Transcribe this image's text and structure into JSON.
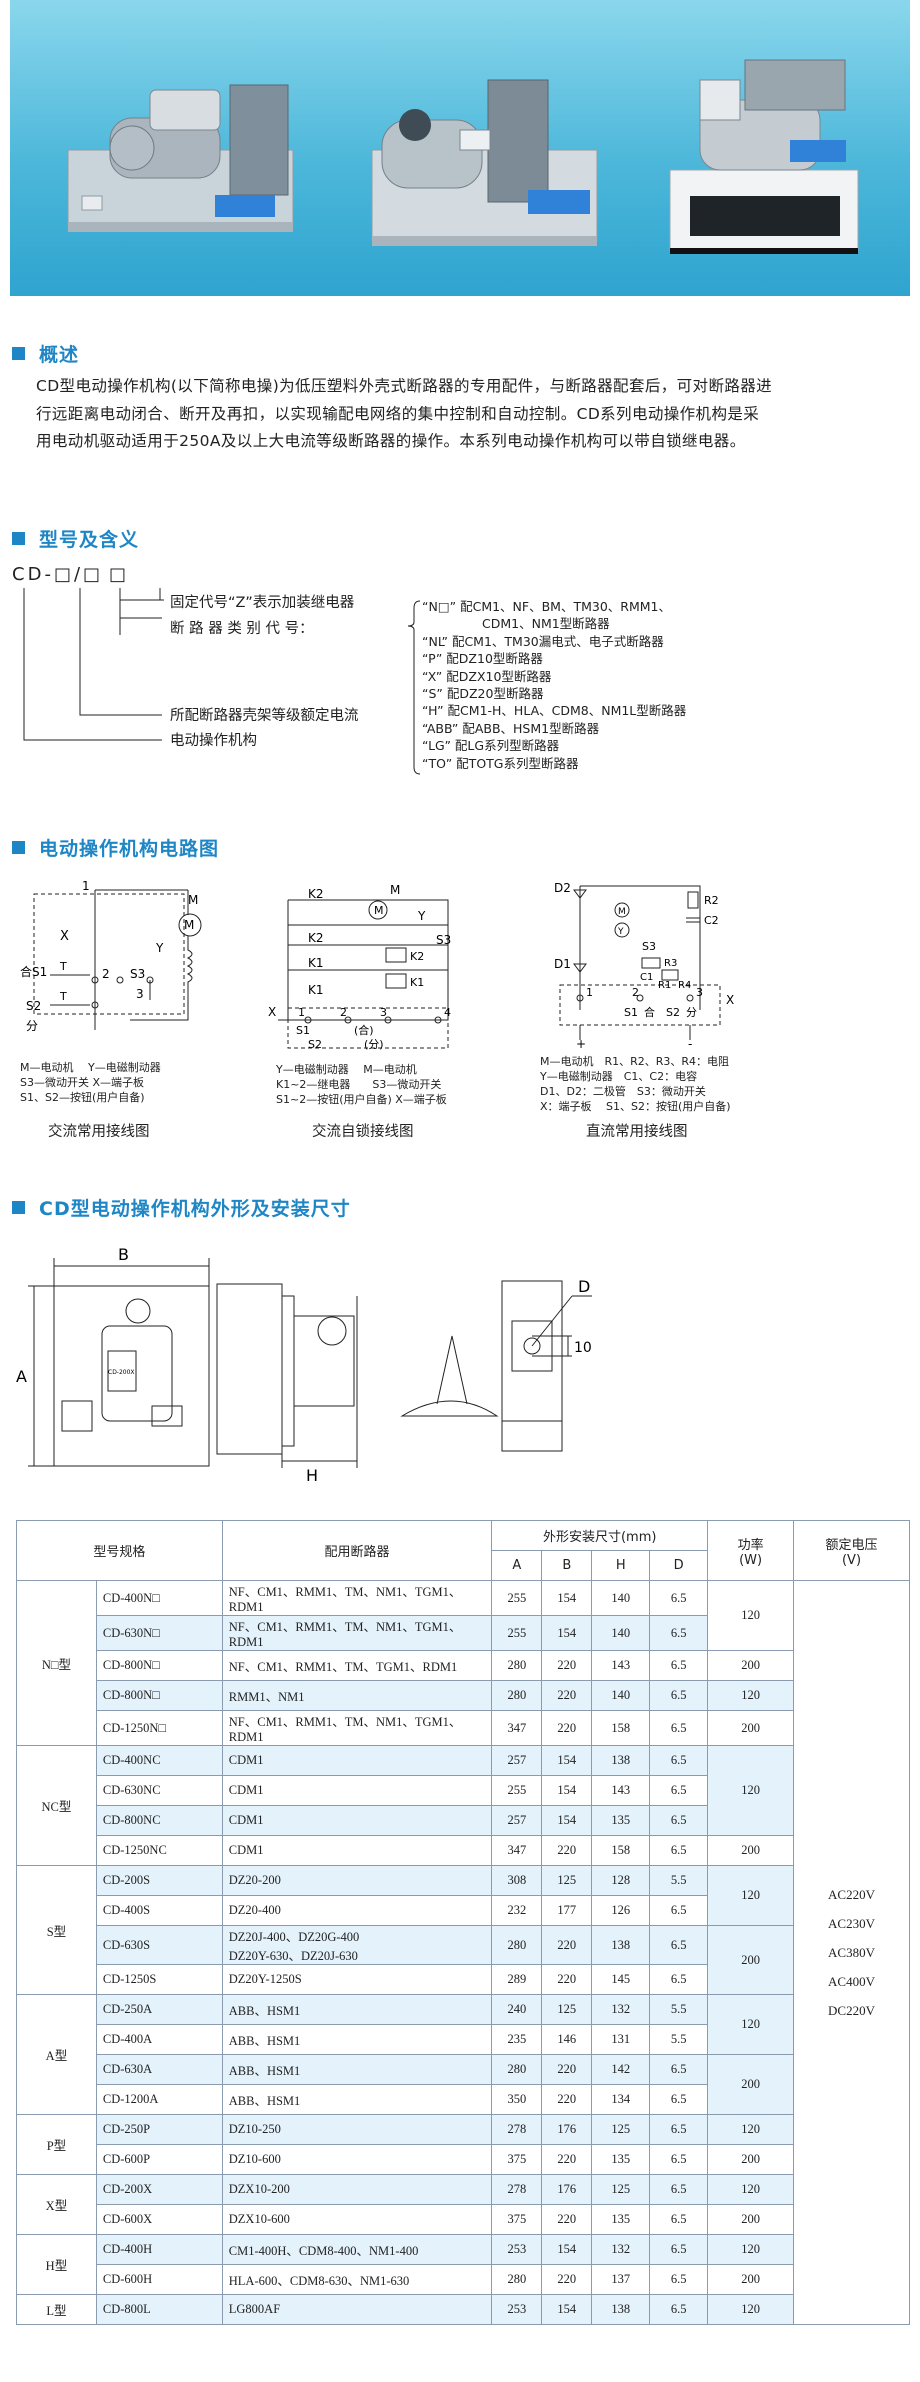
{
  "hero": {
    "products": [
      "product-photo-1",
      "product-photo-2",
      "product-photo-3"
    ]
  },
  "overview": {
    "title": "概述",
    "lines": [
      "CD型电动操作机构(以下简称电操)为低压塑料外壳式断路器的专用配件，与断路器配套后，可对断路器进",
      "行远距离电动闭合、断开及再扣，以实现输配电网络的集中控制和自动控制。CD系列电动操作机构是采",
      "用电动机驱动适用于250A及以上大电流等级断路器的操作。本系列电动操作机构可以带自锁继电器。"
    ]
  },
  "model": {
    "title": "型号及含义",
    "code": {
      "cd": "CD",
      "dash": "-",
      "box1": "□",
      "slash": "/",
      "box2": "□",
      "box3": "□"
    },
    "fixed_code": "固定代号“Z”表示加装继电器",
    "breaker_code": "断 路 器 类 别 代 号：",
    "current_label": "所配断路器壳架等级额定电流",
    "mechanism_label": "电动操作机构",
    "breaker_types": [
      "“N□” 配CM1、NF、BM、TM30、RMM1、",
      "CDM1、NM1型断路器",
      "“NL” 配CM1、TM30漏电式、电子式断路器",
      "“P” 配DZ10型断路器",
      "“X” 配DZX10型断路器",
      "“S” 配DZ20型断路器",
      "“H” 配CM1-H、HLA、CDM8、NM1L型断路器",
      "“ABB” 配ABB、HSM1型断路器",
      "“LG” 配LG系列型断路器",
      "“TO” 配TOTG系列型断路器"
    ]
  },
  "circuit": {
    "title": "电动操作机构电路图",
    "d1": {
      "labels": {
        "m": "M",
        "y": "Y",
        "x": "X",
        "t1": "1",
        "t2": "2",
        "t3": "3",
        "s1": "合S1",
        "s2": "S2",
        "fen": "分",
        "s3": "S3",
        "t": "T"
      },
      "legend": [
        "M—电动机　 Y—电磁制动器",
        "S3—微动开关 X—端子板",
        "S1、S2—按钮(用户自备)"
      ],
      "caption": "交流常用接线图"
    },
    "d2": {
      "labels": {
        "k2": "K2",
        "k1": "K1",
        "m": "M",
        "y": "Y",
        "s3": "S3",
        "x": "X",
        "t1": "1",
        "t2": "2",
        "t3": "3",
        "t4": "4",
        "s1": "S1",
        "s2": "S2",
        "he": "(合)",
        "fen": "(分)"
      },
      "legend": [
        "Y—电磁制动器　 M—电动机",
        "K1~2—继电器　　S3—微动开关",
        "S1~2—按钮(用户自备) X—端子板"
      ],
      "caption": "交流自锁接线图"
    },
    "d3": {
      "labels": {
        "d2": "D2",
        "d1": "D1",
        "m": "M",
        "y": "Y",
        "r1": "R1",
        "r2": "R2",
        "r3": "R3",
        "r4": "R4",
        "c1": "C1",
        "c2": "C2",
        "s3": "S3",
        "x": "X",
        "t1": "1",
        "t2": "2",
        "t3": "3",
        "s1": "S1",
        "s2": "S2",
        "he": "合",
        "fen": "分",
        "plus": "+",
        "minus": "-"
      },
      "legend": [
        "M—电动机　R1、R2、R3、R4：电阻",
        "Y—电磁制动器　C1、C2：电容",
        "D1、D2：二极管　S3：微动开关",
        "X：端子板　 S1、S2：按钮(用户自备)"
      ],
      "caption": "直流常用接线图"
    }
  },
  "dimensions": {
    "title": "CD型电动操作机构外形及安装尺寸",
    "labels": {
      "b": "B",
      "a": "A",
      "h": "H",
      "d": "D",
      "ten": "10",
      "nameplate": "CD-200X"
    }
  },
  "table": {
    "headers": {
      "model": "型号规格",
      "breaker": "配用断路器",
      "dims": "外形安装尺寸(mm)",
      "a": "A",
      "b": "B",
      "h": "H",
      "d": "D",
      "power": "功率",
      "power_unit": "(W)",
      "voltage": "额定电压",
      "voltage_unit": "(V)"
    },
    "voltages": [
      "AC220V",
      "AC230V",
      "AC380V",
      "AC400V",
      "DC220V"
    ],
    "groups": [
      {
        "name": "N□型",
        "rows": [
          {
            "model": "CD-400N□",
            "breaker": "NF、CM1、RMM1、TM、NM1、TGM1、RDM1",
            "a": "255",
            "b": "154",
            "h": "140",
            "d": "6.5"
          },
          {
            "model": "CD-630N□",
            "breaker": "NF、CM1、RMM1、TM、NM1、TGM1、RDM1",
            "a": "255",
            "b": "154",
            "h": "140",
            "d": "6.5"
          },
          {
            "model": "CD-800N□",
            "breaker": "NF、CM1、RMM1、TM、TGM1、RDM1",
            "a": "280",
            "b": "220",
            "h": "143",
            "d": "6.5"
          },
          {
            "model": "CD-800N□",
            "breaker": "RMM1、NM1",
            "a": "280",
            "b": "220",
            "h": "140",
            "d": "6.5"
          },
          {
            "model": "CD-1250N□",
            "breaker": "NF、CM1、RMM1、TM、NM1、TGM1、RDM1",
            "a": "347",
            "b": "220",
            "h": "158",
            "d": "6.5"
          }
        ],
        "power": [
          {
            "value": "120",
            "span": 2
          },
          {
            "value": "200",
            "span": 1
          },
          {
            "value": "120",
            "span": 1
          },
          {
            "value": "200",
            "span": 1
          }
        ]
      },
      {
        "name": "NC型",
        "rows": [
          {
            "model": "CD-400NC",
            "breaker": "CDM1",
            "a": "257",
            "b": "154",
            "h": "138",
            "d": "6.5"
          },
          {
            "model": "CD-630NC",
            "breaker": "CDM1",
            "a": "255",
            "b": "154",
            "h": "143",
            "d": "6.5"
          },
          {
            "model": "CD-800NC",
            "breaker": "CDM1",
            "a": "257",
            "b": "154",
            "h": "135",
            "d": "6.5"
          },
          {
            "model": "CD-1250NC",
            "breaker": "CDM1",
            "a": "347",
            "b": "220",
            "h": "158",
            "d": "6.5"
          }
        ],
        "power": [
          {
            "value": "120",
            "span": 3
          },
          {
            "value": "200",
            "span": 1
          }
        ]
      },
      {
        "name": "S型",
        "rows": [
          {
            "model": "CD-200S",
            "breaker": "DZ20-200",
            "a": "308",
            "b": "125",
            "h": "128",
            "d": "5.5"
          },
          {
            "model": "CD-400S",
            "breaker": "DZ20-400",
            "a": "232",
            "b": "177",
            "h": "126",
            "d": "6.5"
          },
          {
            "model": "CD-630S",
            "breaker": "DZ20J-400、DZ20G-400",
            "breaker2": "DZ20Y-630、DZ20J-630",
            "a": "280",
            "b": "220",
            "h": "138",
            "d": "6.5"
          },
          {
            "model": "CD-1250S",
            "breaker": "DZ20Y-1250S",
            "a": "289",
            "b": "220",
            "h": "145",
            "d": "6.5"
          }
        ],
        "power": [
          {
            "value": "120",
            "span": 2
          },
          {
            "value": "200",
            "span": 2
          }
        ]
      },
      {
        "name": "A型",
        "rows": [
          {
            "model": "CD-250A",
            "breaker": "ABB、HSM1",
            "a": "240",
            "b": "125",
            "h": "132",
            "d": "5.5"
          },
          {
            "model": "CD-400A",
            "breaker": "ABB、HSM1",
            "a": "235",
            "b": "146",
            "h": "131",
            "d": "5.5"
          },
          {
            "model": "CD-630A",
            "breaker": "ABB、HSM1",
            "a": "280",
            "b": "220",
            "h": "142",
            "d": "6.5"
          },
          {
            "model": "CD-1200A",
            "breaker": "ABB、HSM1",
            "a": "350",
            "b": "220",
            "h": "134",
            "d": "6.5"
          }
        ],
        "power": [
          {
            "value": "120",
            "span": 2
          },
          {
            "value": "200",
            "span": 2
          }
        ]
      },
      {
        "name": "P型",
        "rows": [
          {
            "model": "CD-250P",
            "breaker": "DZ10-250",
            "a": "278",
            "b": "176",
            "h": "125",
            "d": "6.5"
          },
          {
            "model": "CD-600P",
            "breaker": "DZ10-600",
            "a": "375",
            "b": "220",
            "h": "135",
            "d": "6.5"
          }
        ],
        "power": [
          {
            "value": "120",
            "span": 1
          },
          {
            "value": "200",
            "span": 1
          }
        ]
      },
      {
        "name": "X型",
        "rows": [
          {
            "model": "CD-200X",
            "breaker": "DZX10-200",
            "a": "278",
            "b": "176",
            "h": "125",
            "d": "6.5"
          },
          {
            "model": "CD-600X",
            "breaker": "DZX10-600",
            "a": "375",
            "b": "220",
            "h": "135",
            "d": "6.5"
          }
        ],
        "power": [
          {
            "value": "120",
            "span": 1
          },
          {
            "value": "200",
            "span": 1
          }
        ]
      },
      {
        "name": "H型",
        "rows": [
          {
            "model": "CD-400H",
            "breaker": "CM1-400H、CDM8-400、NM1-400",
            "a": "253",
            "b": "154",
            "h": "132",
            "d": "6.5"
          },
          {
            "model": "CD-600H",
            "breaker": "HLA-600、CDM8-630、NM1-630",
            "a": "280",
            "b": "220",
            "h": "137",
            "d": "6.5"
          }
        ],
        "power": [
          {
            "value": "120",
            "span": 1
          },
          {
            "value": "200",
            "span": 1
          }
        ]
      },
      {
        "name": "L型",
        "rows": [
          {
            "model": "CD-800L",
            "breaker": "LG800AF",
            "a": "253",
            "b": "154",
            "h": "138",
            "d": "6.5"
          }
        ],
        "power": [
          {
            "value": "120",
            "span": 1
          }
        ]
      }
    ]
  },
  "colors": {
    "accent": "#1f86c6",
    "hero_top": "#8ad7ec",
    "hero_bottom": "#2ea4cf",
    "row_tint": "#e4f2fb",
    "grid": "#8a9bb0"
  }
}
